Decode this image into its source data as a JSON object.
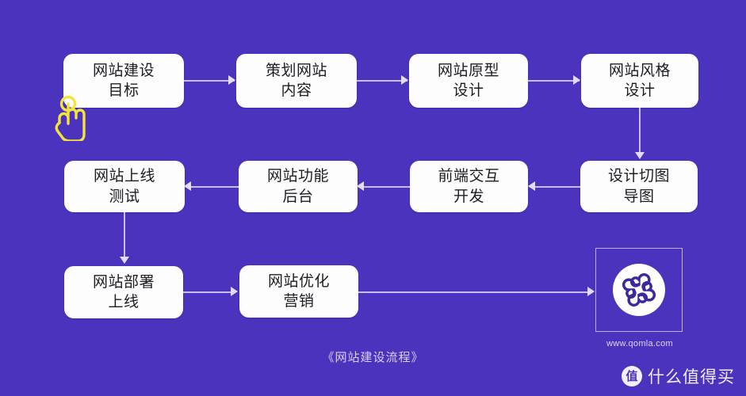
{
  "theme": {
    "background": "#4b33bd",
    "node_fill": "#fdfdfd",
    "node_text": "#1c1c23",
    "connector": "#c8bdf0",
    "arrow": "#e4dcff",
    "caption_text": "#d9d1f8",
    "cursor": "#f5e33c",
    "logo_mark": "#3b2a9e"
  },
  "diagram": {
    "caption": "《网站建设流程》",
    "nodes": [
      {
        "id": "n1",
        "line1": "网站建设",
        "line2": "目标",
        "row": 1,
        "col": 1
      },
      {
        "id": "n2",
        "line1": "策划网站",
        "line2": "内容",
        "row": 1,
        "col": 2
      },
      {
        "id": "n3",
        "line1": "网站原型",
        "line2": "设计",
        "row": 1,
        "col": 3
      },
      {
        "id": "n4",
        "line1": "网站风格",
        "line2": "设计",
        "row": 1,
        "col": 4
      },
      {
        "id": "n5",
        "line1": "网站上线",
        "line2": "测试",
        "row": 2,
        "col": 1
      },
      {
        "id": "n6",
        "line1": "网站功能",
        "line2": "后台",
        "row": 2,
        "col": 2
      },
      {
        "id": "n7",
        "line1": "前端交互",
        "line2": "开发",
        "row": 2,
        "col": 3
      },
      {
        "id": "n8",
        "line1": "设计切图",
        "line2": "导图",
        "row": 2,
        "col": 4
      },
      {
        "id": "n9",
        "line1": "网站部署",
        "line2": "上线",
        "row": 3,
        "col": 1
      },
      {
        "id": "n10",
        "line1": "网站优化",
        "line2": "营销",
        "row": 3,
        "col": 2
      }
    ],
    "edges": [
      {
        "from": "n1",
        "to": "n2",
        "direction": "right"
      },
      {
        "from": "n2",
        "to": "n3",
        "direction": "right"
      },
      {
        "from": "n3",
        "to": "n4",
        "direction": "right"
      },
      {
        "from": "n4",
        "to": "n8",
        "direction": "down"
      },
      {
        "from": "n8",
        "to": "n7",
        "direction": "left"
      },
      {
        "from": "n7",
        "to": "n6",
        "direction": "left"
      },
      {
        "from": "n6",
        "to": "n5",
        "direction": "left"
      },
      {
        "from": "n5",
        "to": "n9",
        "direction": "down"
      },
      {
        "from": "n9",
        "to": "n10",
        "direction": "right"
      },
      {
        "from": "n10",
        "to": "logo-box",
        "direction": "right"
      }
    ]
  },
  "brand": {
    "url": "www.qomla.com",
    "logo_icon": "clover-knot-logo-icon"
  },
  "watermark": {
    "badge": "值",
    "text": "什么值得买"
  },
  "cursor": {
    "icon": "tap-hand-cursor-icon"
  }
}
